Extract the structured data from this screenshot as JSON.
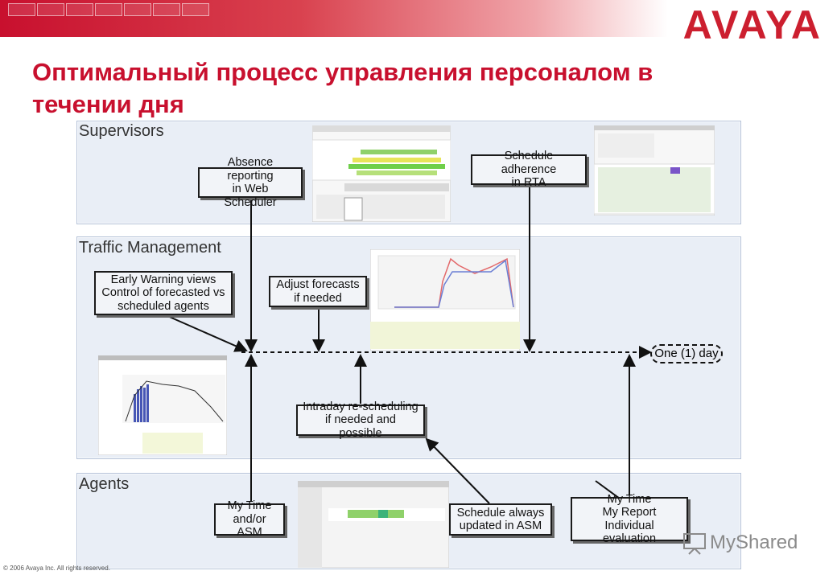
{
  "header": {
    "logo": "AVAYA",
    "title_line1": "Оптимальный процесс управления персоналом в",
    "title_line2": "течении дня"
  },
  "lanes": {
    "supervisors": "Supervisors",
    "traffic": "Traffic Management",
    "agents": "Agents"
  },
  "boxes": {
    "absence": [
      "Absence reporting",
      "in Web Scheduler"
    ],
    "adherence": [
      "Schedule adherence",
      "in RTA"
    ],
    "early_warning": [
      "Early Warning views",
      "Control of forecasted vs",
      "scheduled agents"
    ],
    "adjust": [
      "Adjust forecasts",
      "if needed"
    ],
    "intraday": [
      "Intraday re-scheduling",
      "if needed and possible"
    ],
    "mytime_asm": [
      "My Time",
      "and/or ASM"
    ],
    "schedule_updated": [
      "Schedule always",
      "updated in ASM"
    ],
    "mytime_report": [
      "My Time",
      "My Report",
      "Individual evaluation"
    ]
  },
  "timeline": {
    "end_label": "One (1) day"
  },
  "footer": {
    "copyright": "© 2006 Avaya Inc. All rights reserved."
  },
  "watermark": "MyShared",
  "colors": {
    "brand_red": "#c8102e",
    "lane_bg": "#e9eef6"
  }
}
